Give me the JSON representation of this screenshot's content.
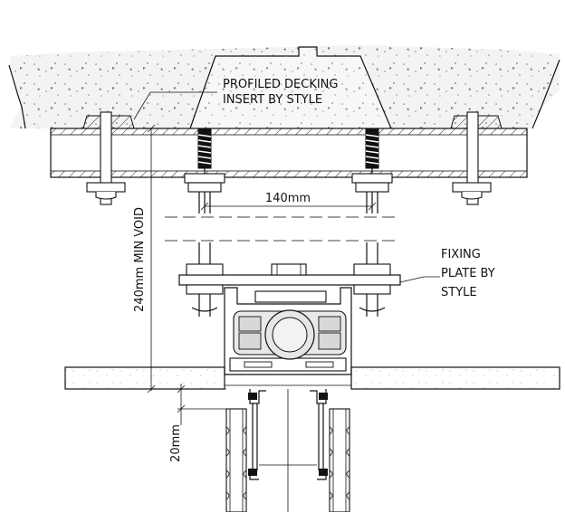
{
  "labels": {
    "decking_line1": "PROFILED DECKING",
    "decking_line2": "INSERT BY STYLE",
    "fixing_line1": "FIXING",
    "fixing_line2": "PLATE BY",
    "fixing_line3": "STYLE",
    "span_dim": "140mm",
    "void_dim": "240mm MIN VOID",
    "gap_dim": "20mm"
  },
  "colors": {
    "line": "#111111",
    "concrete_fill": "#f3f3f3",
    "speckle": "#888888"
  }
}
